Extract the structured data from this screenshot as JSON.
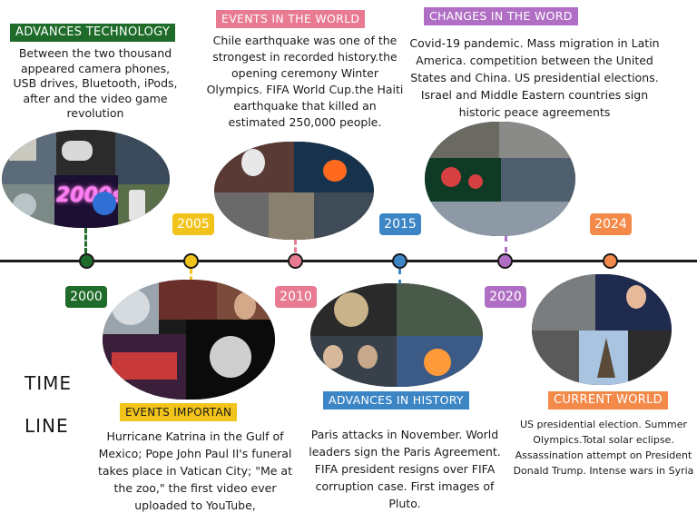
{
  "labels": {
    "tech": "ADVANCES TECHNOLOGY",
    "events_world": "EVENTS IN THE WORLD",
    "changes": "CHANGES IN THE WORD",
    "events_important": "EVENTS IMPORTAN",
    "history": "ADVANCES IN HISTORY",
    "current": "CURRENT WORLD"
  },
  "texts": {
    "tech": "Between the two thousand appeared camera phones, USB drives, Bluetooth, iPods, after and the video game revolution",
    "events_world": "Chile earthquake was one of the strongest in recorded history.the opening ceremony Winter Olympics. FIFA World Cup.the Haiti earthquake that killed an estimated 250,000 people.",
    "changes": "Covid-19 pandemic. Mass migration in Latin America. competition between the United States and China. US presidential elections. Israel and Middle Eastern countries sign historic peace agreements",
    "events_important": "Hurricane Katrina in the Gulf of Mexico; Pope John Paul II's funeral takes place in Vatican City; \"Me at the zoo,\" the first video ever uploaded to YouTube,",
    "history": "Paris attacks in November. World leaders sign the Paris Agreement. FIFA president resigns over FIFA corruption case. First images of Pluto.",
    "current": "US presidential election. Summer Olympics.Total solar eclipse. Assassination attempt on President Donald Trump. Intense wars in Syria"
  },
  "years": [
    "2000",
    "2005",
    "2010",
    "2015",
    "2020",
    "2024"
  ],
  "collage_text": "2000s",
  "side_title": [
    "TIME",
    "LINE"
  ],
  "colors": {
    "green": "#1e6b2a",
    "yellow": "#f2c31b",
    "pink": "#e87a92",
    "blue": "#3d86c6",
    "purple": "#b06fc4",
    "orange": "#f48a4a",
    "line": "#1a1a1a"
  }
}
